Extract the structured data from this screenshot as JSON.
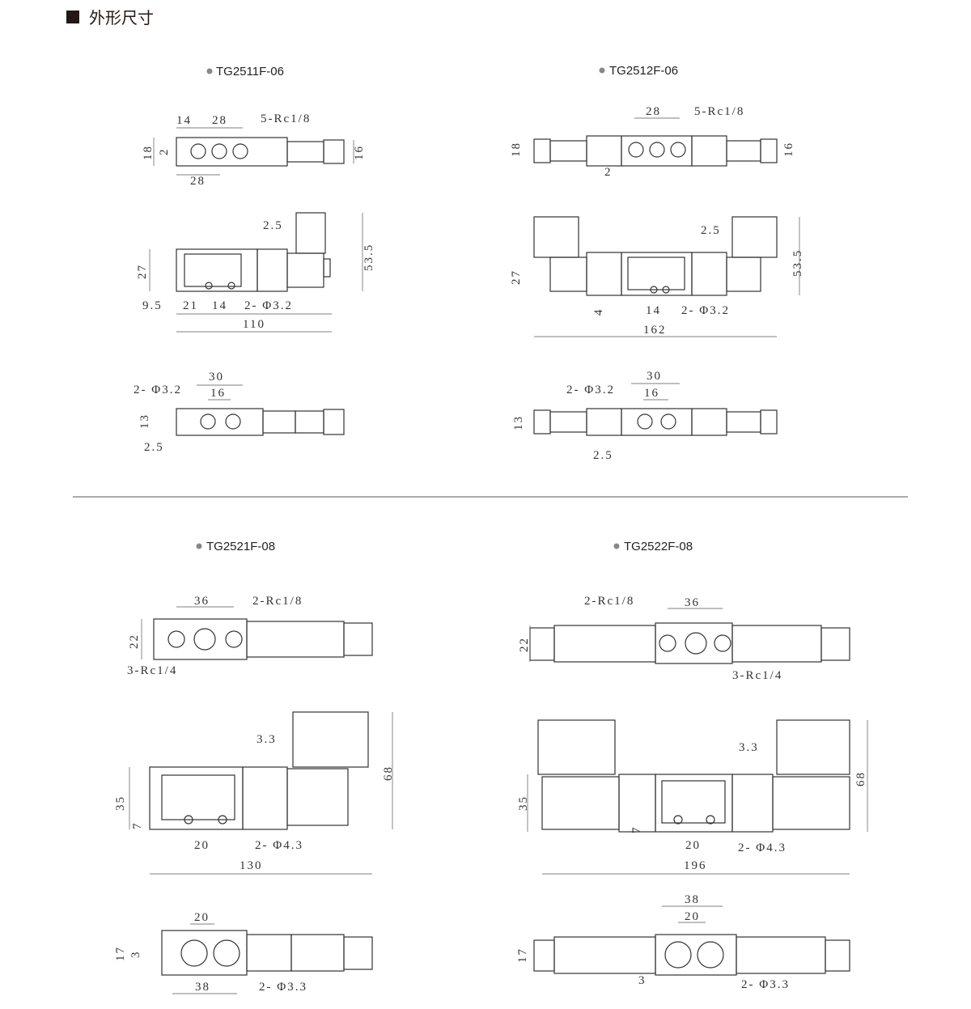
{
  "section_title": "外形尺寸",
  "models": [
    {
      "name": "TG2511F-06",
      "top": [
        "14",
        "28",
        "5-Rc1/8",
        "18",
        "2",
        "16",
        "28"
      ],
      "front": [
        "2.5",
        "53.5",
        "27",
        "9.5",
        "21",
        "14",
        "2- Φ3.2",
        "110"
      ],
      "bottom": [
        "30",
        "2- Φ3.2",
        "16",
        "13",
        "2.5"
      ]
    },
    {
      "name": "TG2512F-06",
      "top": [
        "28",
        "5-Rc1/8",
        "18",
        "16",
        "2"
      ],
      "front": [
        "2.5",
        "53.5",
        "27",
        "4",
        "14",
        "2- Φ3.2",
        "162"
      ],
      "bottom": [
        "30",
        "2- Φ3.2",
        "16",
        "13",
        "2.5"
      ]
    },
    {
      "name": "TG2521F-08",
      "top": [
        "36",
        "2-Rc1/8",
        "22",
        "3-Rc1/4"
      ],
      "front": [
        "3.3",
        "68",
        "35",
        "7",
        "20",
        "2- Φ4.3",
        "130"
      ],
      "bottom": [
        "20",
        "17",
        "3",
        "38",
        "2- Φ3.3"
      ]
    },
    {
      "name": "TG2522F-08",
      "top": [
        "2-Rc1/8",
        "36",
        "22",
        "3-Rc1/4"
      ],
      "front": [
        "3.3",
        "68",
        "35",
        "7",
        "20",
        "2- Φ4.3",
        "196"
      ],
      "bottom": [
        "38",
        "20",
        "17",
        "3",
        "2- Φ3.3"
      ]
    }
  ]
}
